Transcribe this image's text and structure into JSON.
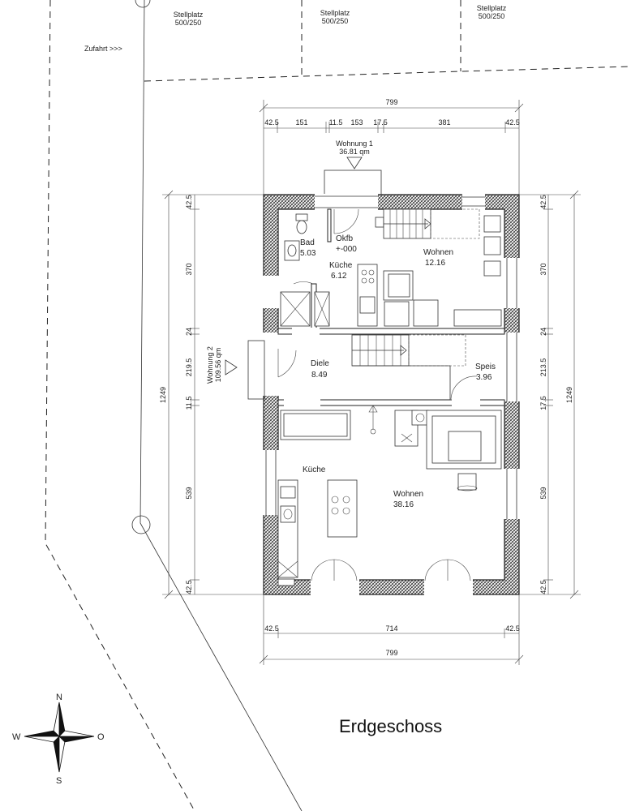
{
  "parking": [
    {
      "label": "Stellplatz",
      "size": "500/250"
    },
    {
      "label": "Stellplatz",
      "size": "500/250"
    },
    {
      "label": "Stellplatz",
      "size": "500/250"
    }
  ],
  "driveway": "Zufahrt >>>",
  "dims_top": {
    "total": "799",
    "parts": [
      "42.5",
      "151",
      "11.5",
      "153",
      "17.5",
      "381",
      "42.5"
    ]
  },
  "dims_bottom": {
    "parts": [
      "42.5",
      "714",
      "42.5"
    ],
    "total": "799"
  },
  "dims_left": {
    "total": "1249",
    "parts": [
      "42.5",
      "370",
      "24",
      "219.5",
      "11.5",
      "539",
      "42.5"
    ]
  },
  "dims_right": {
    "total": "1249",
    "parts": [
      "42.5",
      "370",
      "24",
      "213.5",
      "17.5",
      "539",
      "42.5"
    ]
  },
  "units": [
    {
      "name": "Wohnung 1",
      "area": "36.81 qm"
    },
    {
      "name": "Wohnung 2",
      "area": "109.56 qm"
    }
  ],
  "rooms": [
    {
      "name": "Bad",
      "area": "5.03"
    },
    {
      "name": "Okfb",
      "area": "+-000"
    },
    {
      "name": "Küche",
      "area": "6.12"
    },
    {
      "name": "Wohnen",
      "area": "12.16"
    },
    {
      "name": "Diele",
      "area": "8.49"
    },
    {
      "name": "Speis",
      "area": "3.96"
    },
    {
      "name": "Küche",
      "area": ""
    },
    {
      "name": "Wohnen",
      "area": "38.16"
    }
  ],
  "compass": {
    "n": "N",
    "s": "S",
    "w": "W",
    "e": "O"
  },
  "title": "Erdgeschoss"
}
